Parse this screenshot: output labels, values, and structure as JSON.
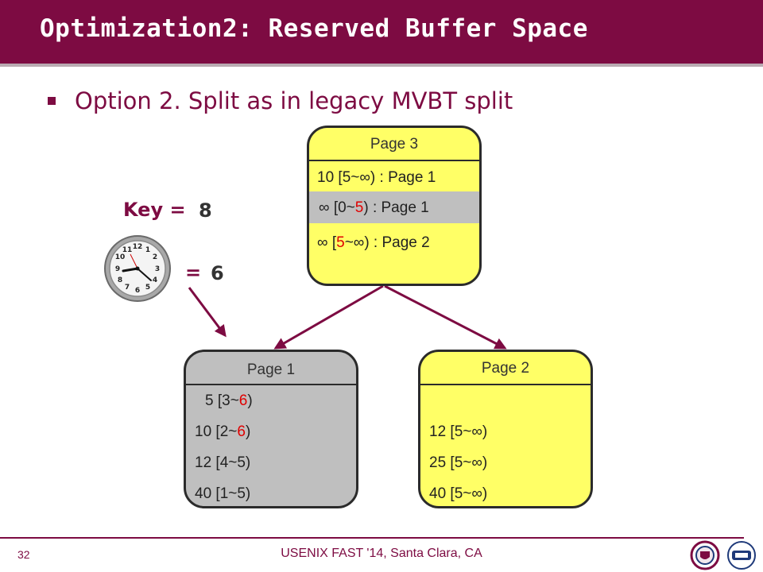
{
  "title": "Optimization2: Reserved Buffer Space",
  "bullet": "Option 2. Split as in legacy MVBT split",
  "key": {
    "label": "Key =",
    "value": "8"
  },
  "time": {
    "label": "=",
    "value": "6"
  },
  "page3": {
    "header": "Page 3",
    "rows": [
      {
        "pre": "10 [5~∞) : Page 1",
        "red": "",
        "post": ""
      },
      {
        "pre": "∞ [0~",
        "red": "5",
        "post": ")  : Page 1"
      },
      {
        "pre": "∞ [",
        "red": "5",
        "post": "~∞) : Page 2"
      }
    ]
  },
  "page1": {
    "header": "Page 1",
    "rows": [
      {
        "pre": "  5 [3~",
        "red": "6",
        "post": ")"
      },
      {
        "pre": "10 [2~",
        "red": "6",
        "post": ")"
      },
      {
        "pre": "12 [4~5)",
        "red": "",
        "post": ""
      },
      {
        "pre": "40 [1~5)",
        "red": "",
        "post": ""
      }
    ]
  },
  "page2": {
    "header": "Page 2",
    "rows": [
      {
        "pre": "12 [5~∞)",
        "red": "",
        "post": ""
      },
      {
        "pre": "25 [5~∞)",
        "red": "",
        "post": ""
      },
      {
        "pre": "40 [5~∞)",
        "red": "",
        "post": ""
      }
    ]
  },
  "footer": {
    "page_number": "32",
    "text": "USENIX FAST '14, Santa Clara, CA"
  },
  "colors": {
    "brand": "#7d0b42",
    "node_yellow": "#ffff66",
    "node_gray": "#bfbfbf",
    "highlight_red": "#e00000"
  },
  "icons": [
    "clock-icon",
    "university-seal-icon",
    "university-logo-icon"
  ]
}
